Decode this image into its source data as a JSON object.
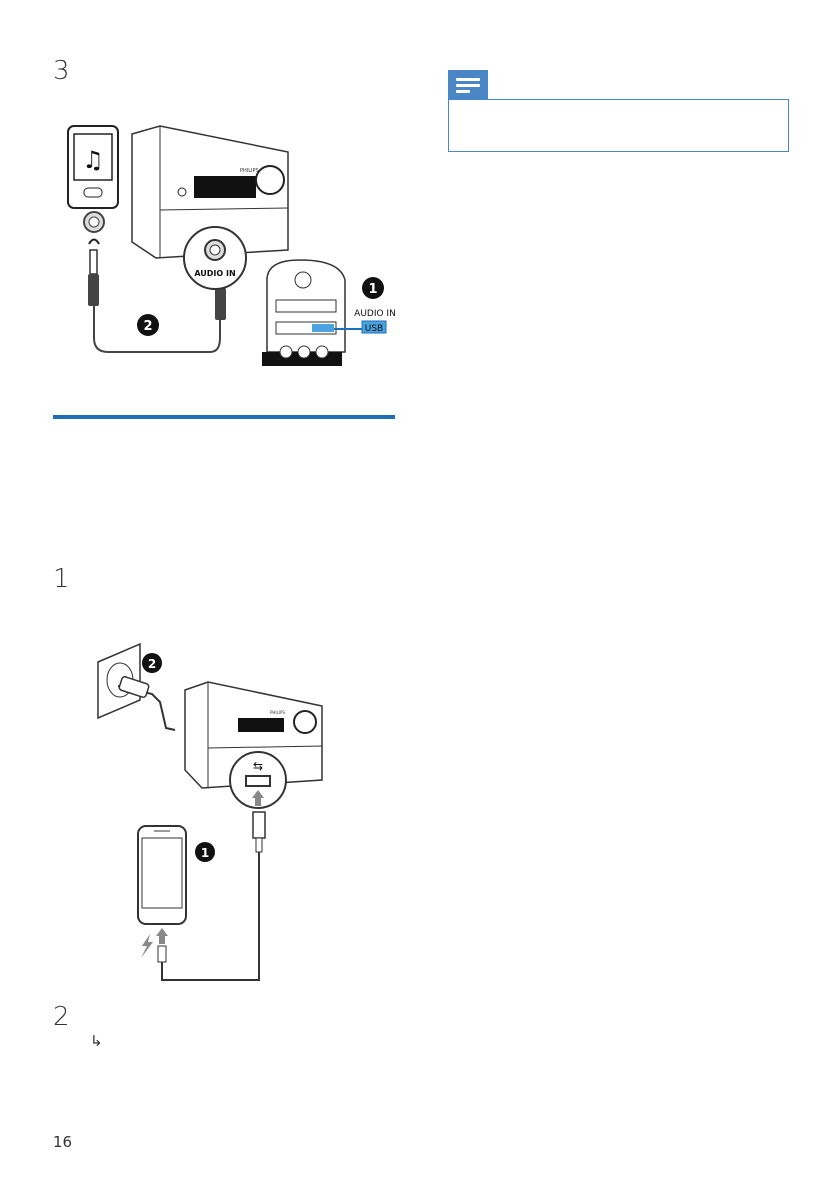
{
  "steps": {
    "step3": "3",
    "step1": "1",
    "step2": "2"
  },
  "note_icon": "note-icon",
  "bullet_arrow": "↳",
  "page_number": "16",
  "figure1": {
    "audio_in_callout": "AUDIO IN",
    "badge_1": "1",
    "badge_2": "2",
    "side_label_audio_in": "AUDIO IN",
    "side_label_usb": "USB",
    "brand": "PHILIPS"
  },
  "figure2": {
    "badge_1": "1",
    "badge_2": "2",
    "brand": "PHILIPS"
  },
  "colors": {
    "accent": "#1f6fb8",
    "note": "#4a86c5",
    "usb_highlight": "#4aa3df"
  }
}
